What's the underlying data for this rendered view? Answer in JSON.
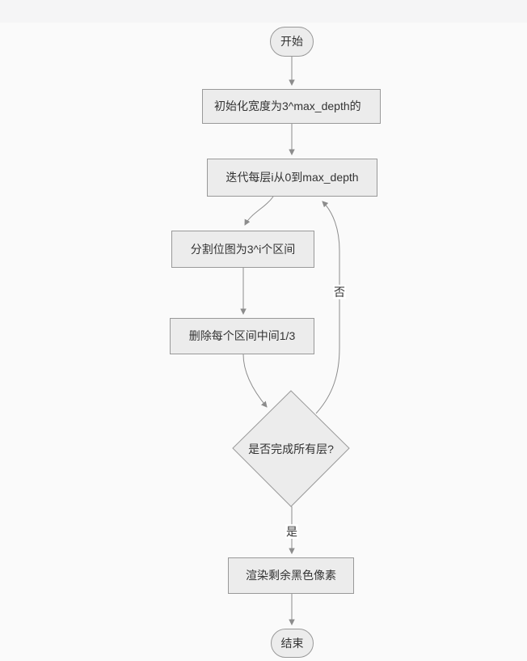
{
  "window": {
    "topbar_background": "#f5f5f6",
    "canvas_background": "#fafafa"
  },
  "diagram": {
    "type": "flowchart",
    "direction": "top-down",
    "colors": {
      "node_fill": "#ececec",
      "node_border": "#999999",
      "edge_line": "#8c8c8c",
      "text": "#333333",
      "edge_label_background": "#ffffff"
    },
    "nodes": [
      {
        "id": "start",
        "shape": "stadium",
        "label": "开始"
      },
      {
        "id": "init",
        "shape": "rect",
        "label": "初始化宽度为3^max_depth的"
      },
      {
        "id": "iterate",
        "shape": "rect",
        "label": "迭代每层i从0到max_depth"
      },
      {
        "id": "split",
        "shape": "rect",
        "label": "分割位图为3^i个区间"
      },
      {
        "id": "remove",
        "shape": "rect",
        "label": "删除每个区间中间1/3"
      },
      {
        "id": "decision",
        "shape": "diamond",
        "label": "是否完成所有层?"
      },
      {
        "id": "render",
        "shape": "rect",
        "label": "渲染剩余黑色像素"
      },
      {
        "id": "end",
        "shape": "stadium",
        "label": "结束"
      }
    ],
    "edges": [
      {
        "from": "start",
        "to": "init",
        "label": ""
      },
      {
        "from": "init",
        "to": "iterate",
        "label": ""
      },
      {
        "from": "iterate",
        "to": "split",
        "label": ""
      },
      {
        "from": "split",
        "to": "remove",
        "label": ""
      },
      {
        "from": "remove",
        "to": "decision",
        "label": ""
      },
      {
        "from": "decision",
        "to": "iterate",
        "label": "否"
      },
      {
        "from": "decision",
        "to": "render",
        "label": "是"
      },
      {
        "from": "render",
        "to": "end",
        "label": ""
      }
    ]
  }
}
